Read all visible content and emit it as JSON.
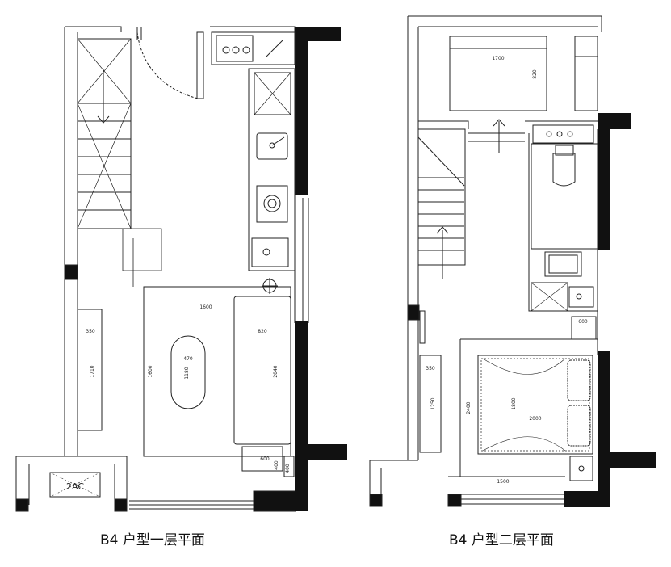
{
  "floor_plans": [
    {
      "caption": "B4 户型一层平面",
      "labels": {
        "ac_unit": "2AC",
        "sofa_width": "1600",
        "sofa_depth": "820",
        "rug_length": "1600",
        "table_width": "470",
        "table_length": "1180",
        "sofa_length": "2040",
        "cabinet_width": "350",
        "cabinet_length": "1710",
        "side_table_a": "600",
        "side_table_b": "400",
        "side_table_c": "400"
      }
    },
    {
      "caption": "B4 户型二层平面",
      "labels": {
        "bed_top_length": "1700",
        "bed_top_width": "820",
        "bed_width": "2000",
        "bed_length": "1800",
        "room_depth": "2400",
        "wardrobe_width": "350",
        "wardrobe_length": "1250",
        "closet_bottom": "1500",
        "nightstand": "600"
      }
    }
  ]
}
